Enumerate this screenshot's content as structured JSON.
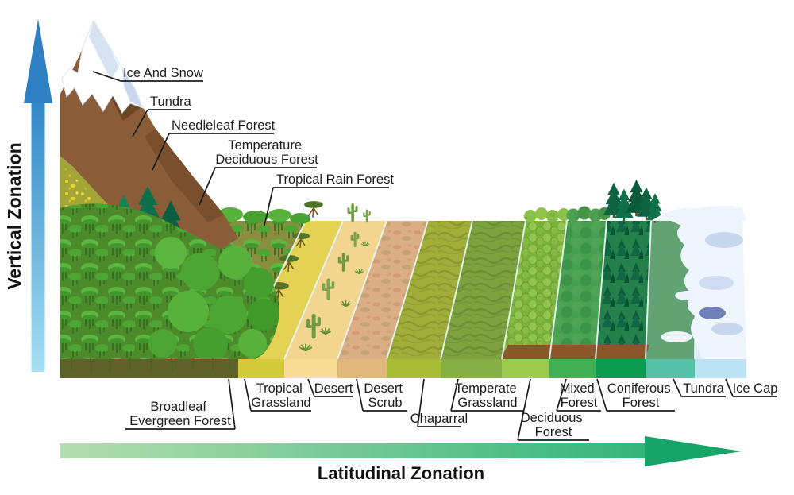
{
  "axis_arrows": {
    "vertical": {
      "label": "Vertical Zonation",
      "color_top": "#2f86c6",
      "color_bottom": "#a7e1f4",
      "head_color": "#2e80c2"
    },
    "horizontal": {
      "label": "Latitudinal Zonation",
      "color_left": "#b5ddb0",
      "color_right": "#1fae74",
      "head_color": "#18a369"
    }
  },
  "mountain_zones": [
    {
      "id": "ice-and-snow",
      "lines": [
        "Ice And Snow"
      ]
    },
    {
      "id": "tundra",
      "lines": [
        "Tundra"
      ]
    },
    {
      "id": "needleleaf-forest",
      "lines": [
        "Needleleaf Forest"
      ]
    },
    {
      "id": "temperature-deciduous-forest",
      "lines": [
        "Temperature",
        "Deciduous Forest"
      ]
    },
    {
      "id": "tropical-rain-forest",
      "lines": [
        "Tropical Rain Forest"
      ]
    }
  ],
  "latitudinal_biomes": [
    {
      "id": "broadleaf-evergreen-forest",
      "lines": [
        "Broadleaf",
        "Evergreen Forest"
      ],
      "band_color": "#5e6128"
    },
    {
      "id": "tropical-grassland",
      "lines": [
        "Tropical",
        "Grassland"
      ],
      "band_color": "#d3ca39"
    },
    {
      "id": "desert",
      "lines": [
        "Desert"
      ],
      "band_color": "#f7dc96"
    },
    {
      "id": "desert-scrub",
      "lines": [
        "Desert",
        "Scrub"
      ],
      "band_color": "#e0b87c"
    },
    {
      "id": "chaparral",
      "lines": [
        "Chaparral"
      ],
      "band_color": "#a9bc35"
    },
    {
      "id": "temperate-grassland",
      "lines": [
        "Temperate",
        "Grassland"
      ],
      "band_color": "#87ad45"
    },
    {
      "id": "deciduous-forest",
      "lines": [
        "Deciduous",
        "Forest"
      ],
      "band_color": "#9dc94c"
    },
    {
      "id": "mixed-forest",
      "lines": [
        "Mixed",
        "Forest"
      ],
      "band_color": "#42af55"
    },
    {
      "id": "coniferous-forest",
      "lines": [
        "Coniferous",
        "Forest"
      ],
      "band_color": "#0d9b52"
    },
    {
      "id": "tundra-band",
      "lines": [
        "Tundra"
      ],
      "band_color": "#57c1a6"
    },
    {
      "id": "ice-cap",
      "lines": [
        "Ice Cap"
      ],
      "band_color": "#bce2f5"
    }
  ]
}
